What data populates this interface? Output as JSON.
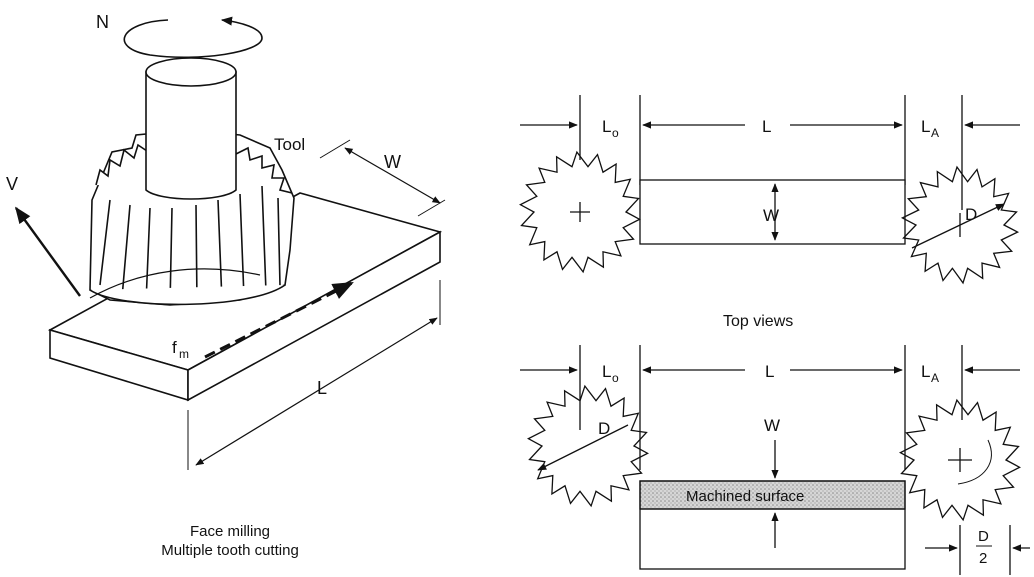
{
  "left_figure": {
    "rotation_label": "N",
    "velocity_label": "V",
    "tool_label": "Tool",
    "width_label": "W",
    "feed_label": "f",
    "feed_subscript": "m",
    "length_label": "L",
    "caption_line1": "Face milling",
    "caption_line2": "Multiple tooth cutting"
  },
  "top_view": {
    "approach_label": "L",
    "approach_subscript": "o",
    "length_label": "L",
    "overtravel_label": "L",
    "overtravel_subscript": "A",
    "width_label": "W",
    "diameter_label": "D"
  },
  "views_caption": "Top views",
  "side_view": {
    "approach_label": "L",
    "approach_subscript": "o",
    "length_label": "L",
    "overtravel_label": "L",
    "overtravel_subscript": "A",
    "width_label": "W",
    "diameter_label": "D",
    "surface_label": "Machined surface",
    "half_num": "D",
    "half_den": "2"
  },
  "colors": {
    "ink": "#111111",
    "shade": "#bdbdbd"
  }
}
